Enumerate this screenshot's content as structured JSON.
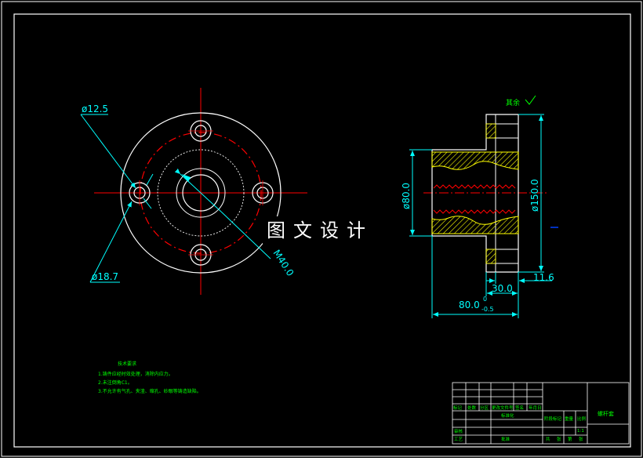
{
  "watermark": "图文设计",
  "front_view": {
    "dims": {
      "hole_dia": "ø12.5",
      "counterbore_dia": "ø18.7",
      "thread": "M40.0"
    }
  },
  "side_view": {
    "dims": {
      "bore_dia": "ø80.0",
      "flange_dia": "ø150.0",
      "flange_thick": "11.6",
      "shoulder_len": "30.0",
      "length": "80.0",
      "tol_upper": "0",
      "tol_lower": "-0.5"
    },
    "roughness_label": "其余"
  },
  "tech_req": {
    "title": "技术要求",
    "items": [
      "1.铸件应经时效处理，消除内应力。",
      "2.未注倒角C1。",
      "3.不允许有气孔、夹渣、缩孔、砂眼等铸造缺陷。"
    ]
  },
  "title_block": {
    "part_name": "螺杆套",
    "headers": [
      "标记",
      "处数",
      "分区",
      "更改文件号",
      "签名",
      "年月日"
    ],
    "row_labels": [
      "审核",
      "工艺"
    ],
    "stage_label": "阶段标记",
    "weight_label": "重量",
    "scale_label": "比例",
    "scale_value": "1:1",
    "standard_label": "标准化",
    "approve_label": "批准",
    "sheet_labels": [
      "共",
      "张",
      "第",
      "张"
    ]
  },
  "colors": {
    "background": "#000000",
    "outline": "#ffffff",
    "dimension": "#00ffff",
    "centerline": "#ff0000",
    "hatch": "#ffff00",
    "text": "#00ff00"
  }
}
